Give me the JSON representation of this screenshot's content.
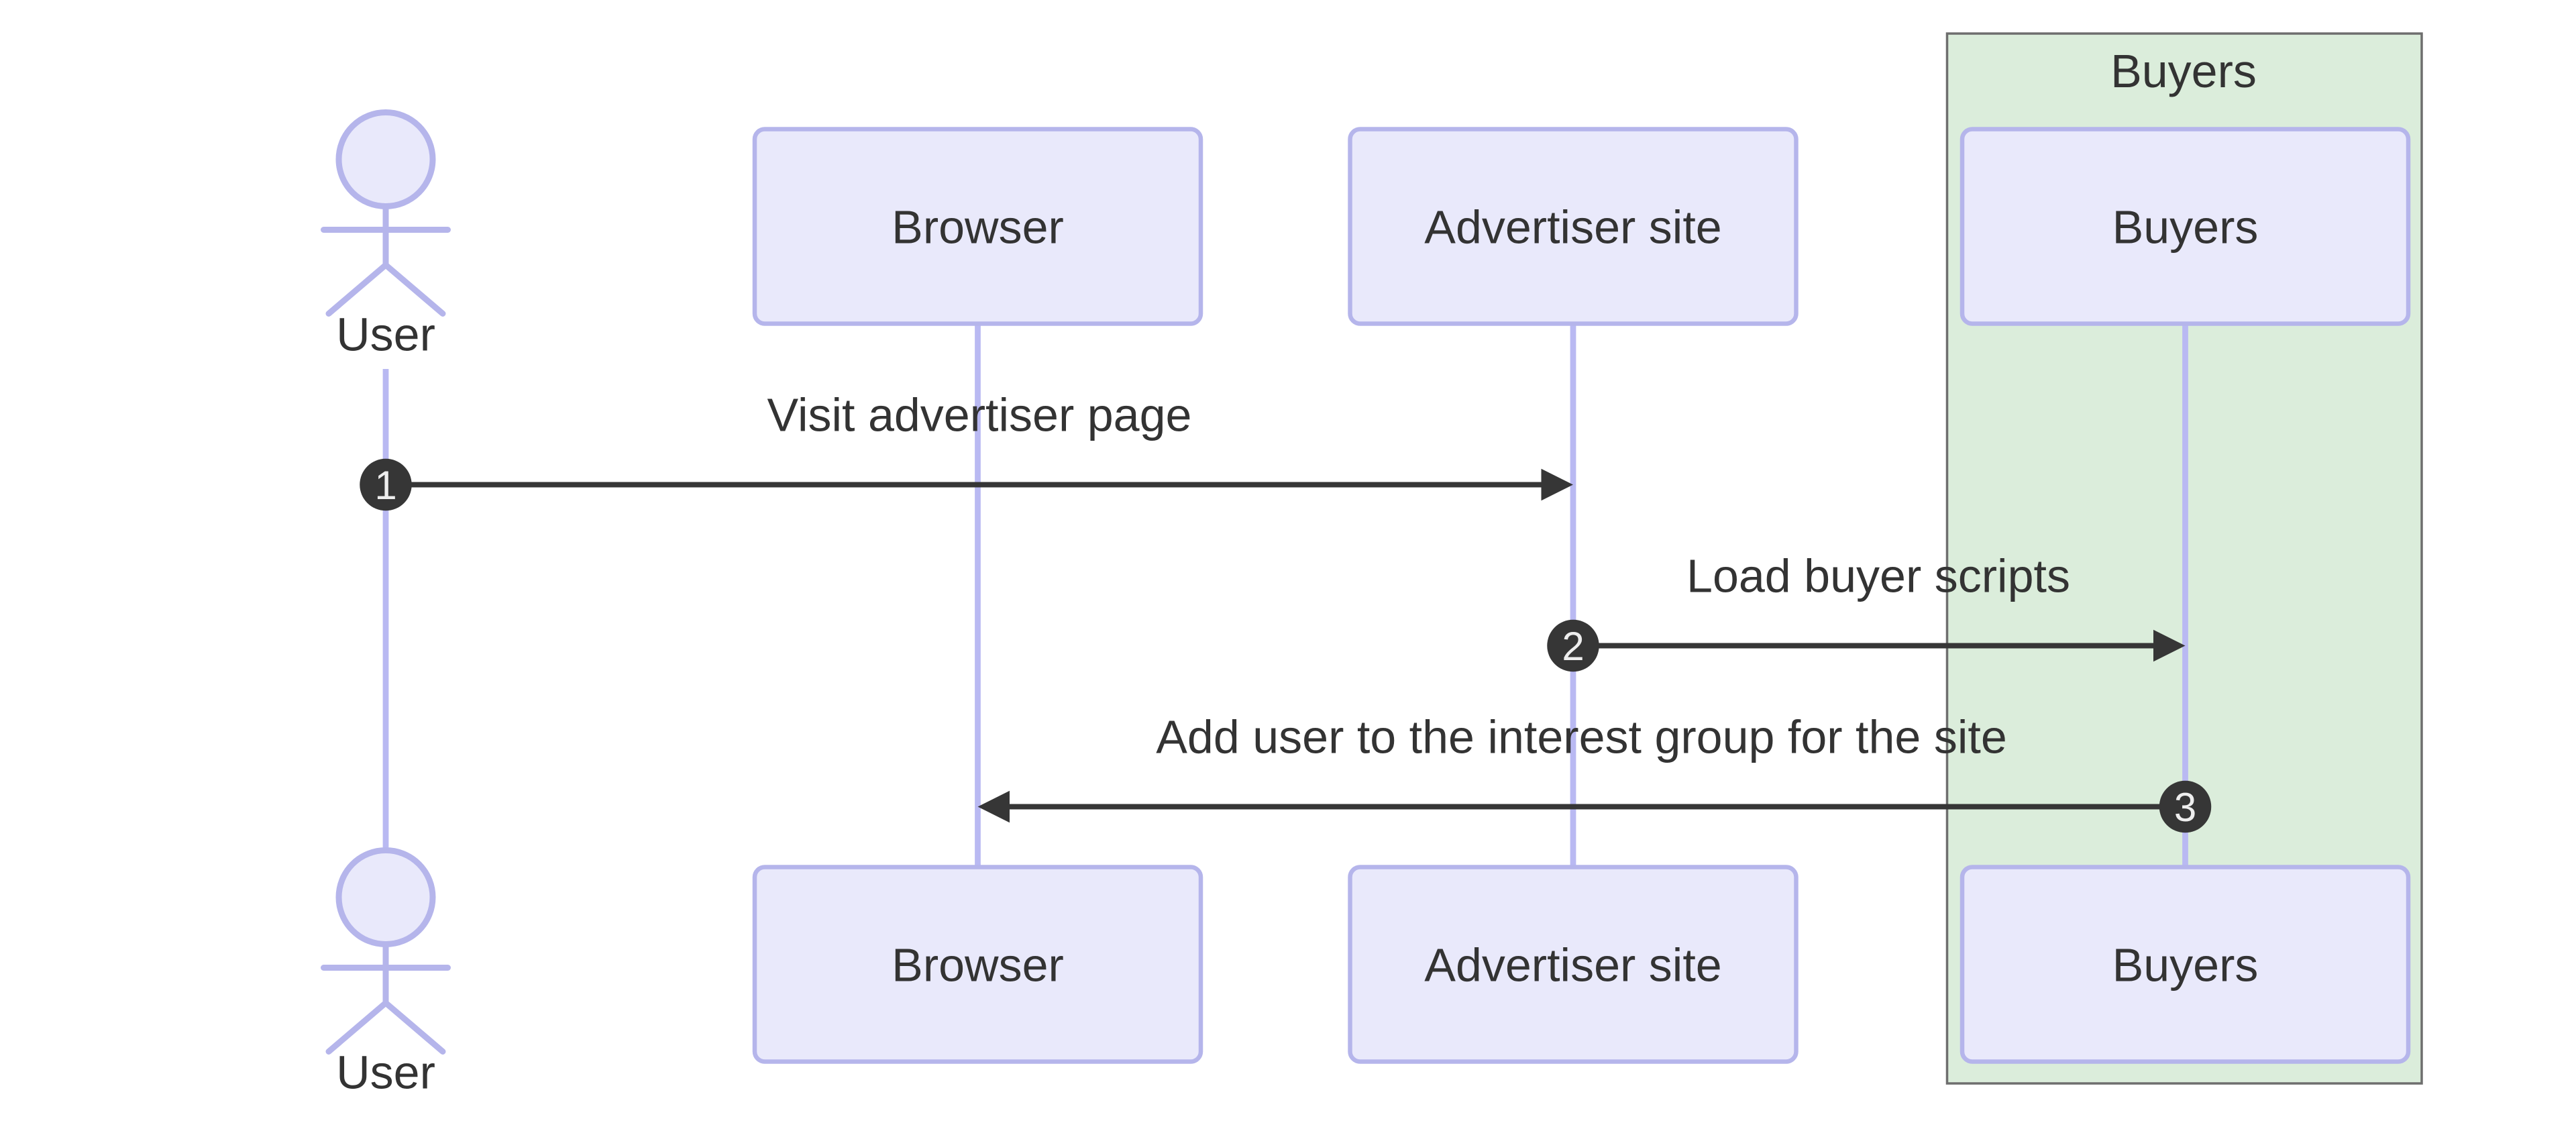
{
  "page": {
    "background": "#ffffff"
  },
  "diagram": {
    "type": "sequence",
    "actors": [
      {
        "id": "user",
        "kind": "actor",
        "label": "User"
      },
      {
        "id": "browser",
        "kind": "participant",
        "label": "Browser"
      },
      {
        "id": "advertiser",
        "kind": "participant",
        "label": "Advertiser site"
      },
      {
        "id": "buyers",
        "kind": "participant",
        "label": "Buyers"
      }
    ],
    "group": {
      "label": "Buyers",
      "contains": [
        "buyers"
      ],
      "fill": "#DBEDDB",
      "border_color": "#6E6E6E"
    },
    "messages": [
      {
        "seq": "1",
        "from": "User",
        "to": "Advertiser site",
        "label": "Visit advertiser page"
      },
      {
        "seq": "2",
        "from": "Advertiser site",
        "to": "Buyers",
        "label": "Load buyer scripts"
      },
      {
        "seq": "3",
        "from": "Buyers",
        "to": "Browser",
        "label": "Add user to the interest group for the site"
      }
    ],
    "colors": {
      "participant_fill": "#E9E9FB",
      "participant_border": "#B5B5EB",
      "lifeline": "#B9B9F2",
      "arrow": "#363636",
      "badge_fill": "#363636",
      "badge_text": "#EEEEEE",
      "text": "#333333",
      "group_fill": "#DBEDDB",
      "group_border": "#6E6E6E"
    }
  }
}
